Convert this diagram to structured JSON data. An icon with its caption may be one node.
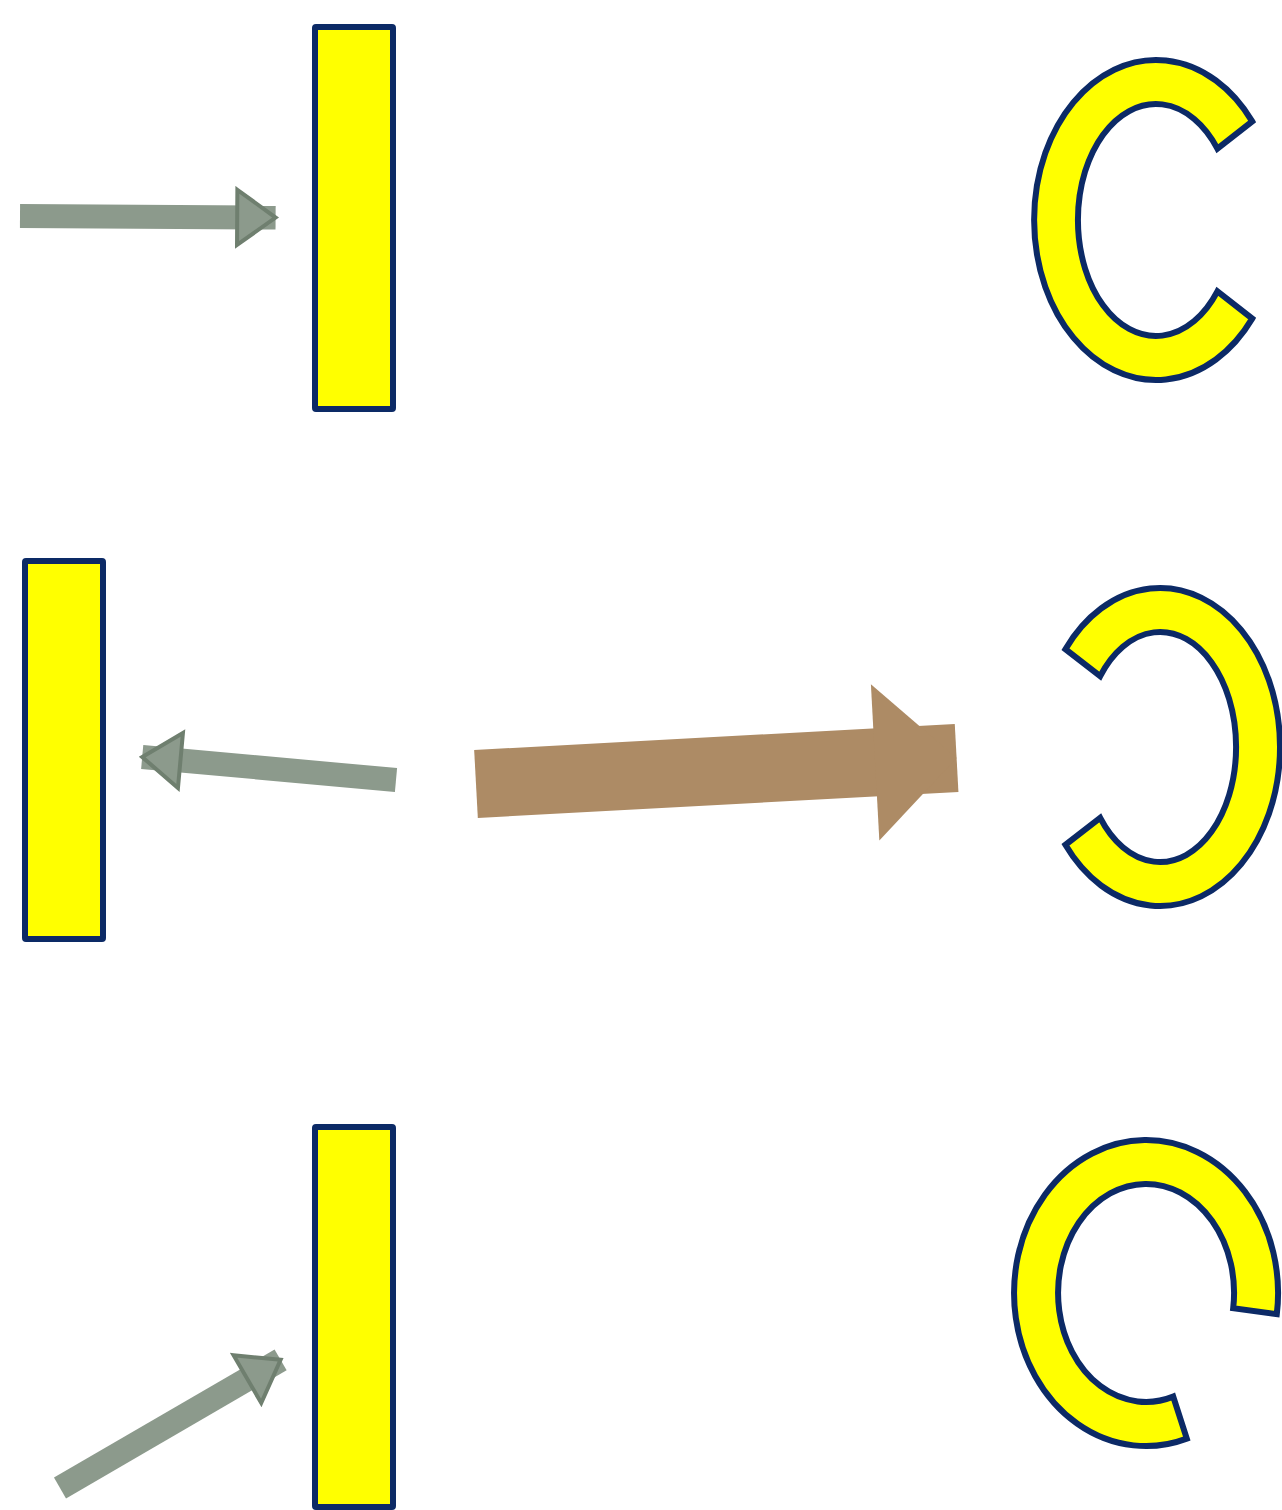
{
  "diagram": {
    "nodes": [
      {
        "text": [],
        "shape": "bar"
      },
      {
        "text": [],
        "shape": "arc"
      },
      {
        "text": [],
        "shape": "bar"
      },
      {
        "text": [],
        "shape": "arc"
      },
      {
        "text": [],
        "shape": "bar"
      },
      {
        "text": [],
        "shape": "arc"
      }
    ],
    "edges": [
      {
        "from": null,
        "to": 0,
        "arrow": "to"
      },
      {
        "from": null,
        "to": 2,
        "arrow": "to"
      },
      {
        "from": null,
        "to": 3,
        "arrow": "to",
        "style": "thick",
        "color": "#ad8b65"
      },
      {
        "from": null,
        "to": 4,
        "arrow": "to"
      }
    ]
  }
}
